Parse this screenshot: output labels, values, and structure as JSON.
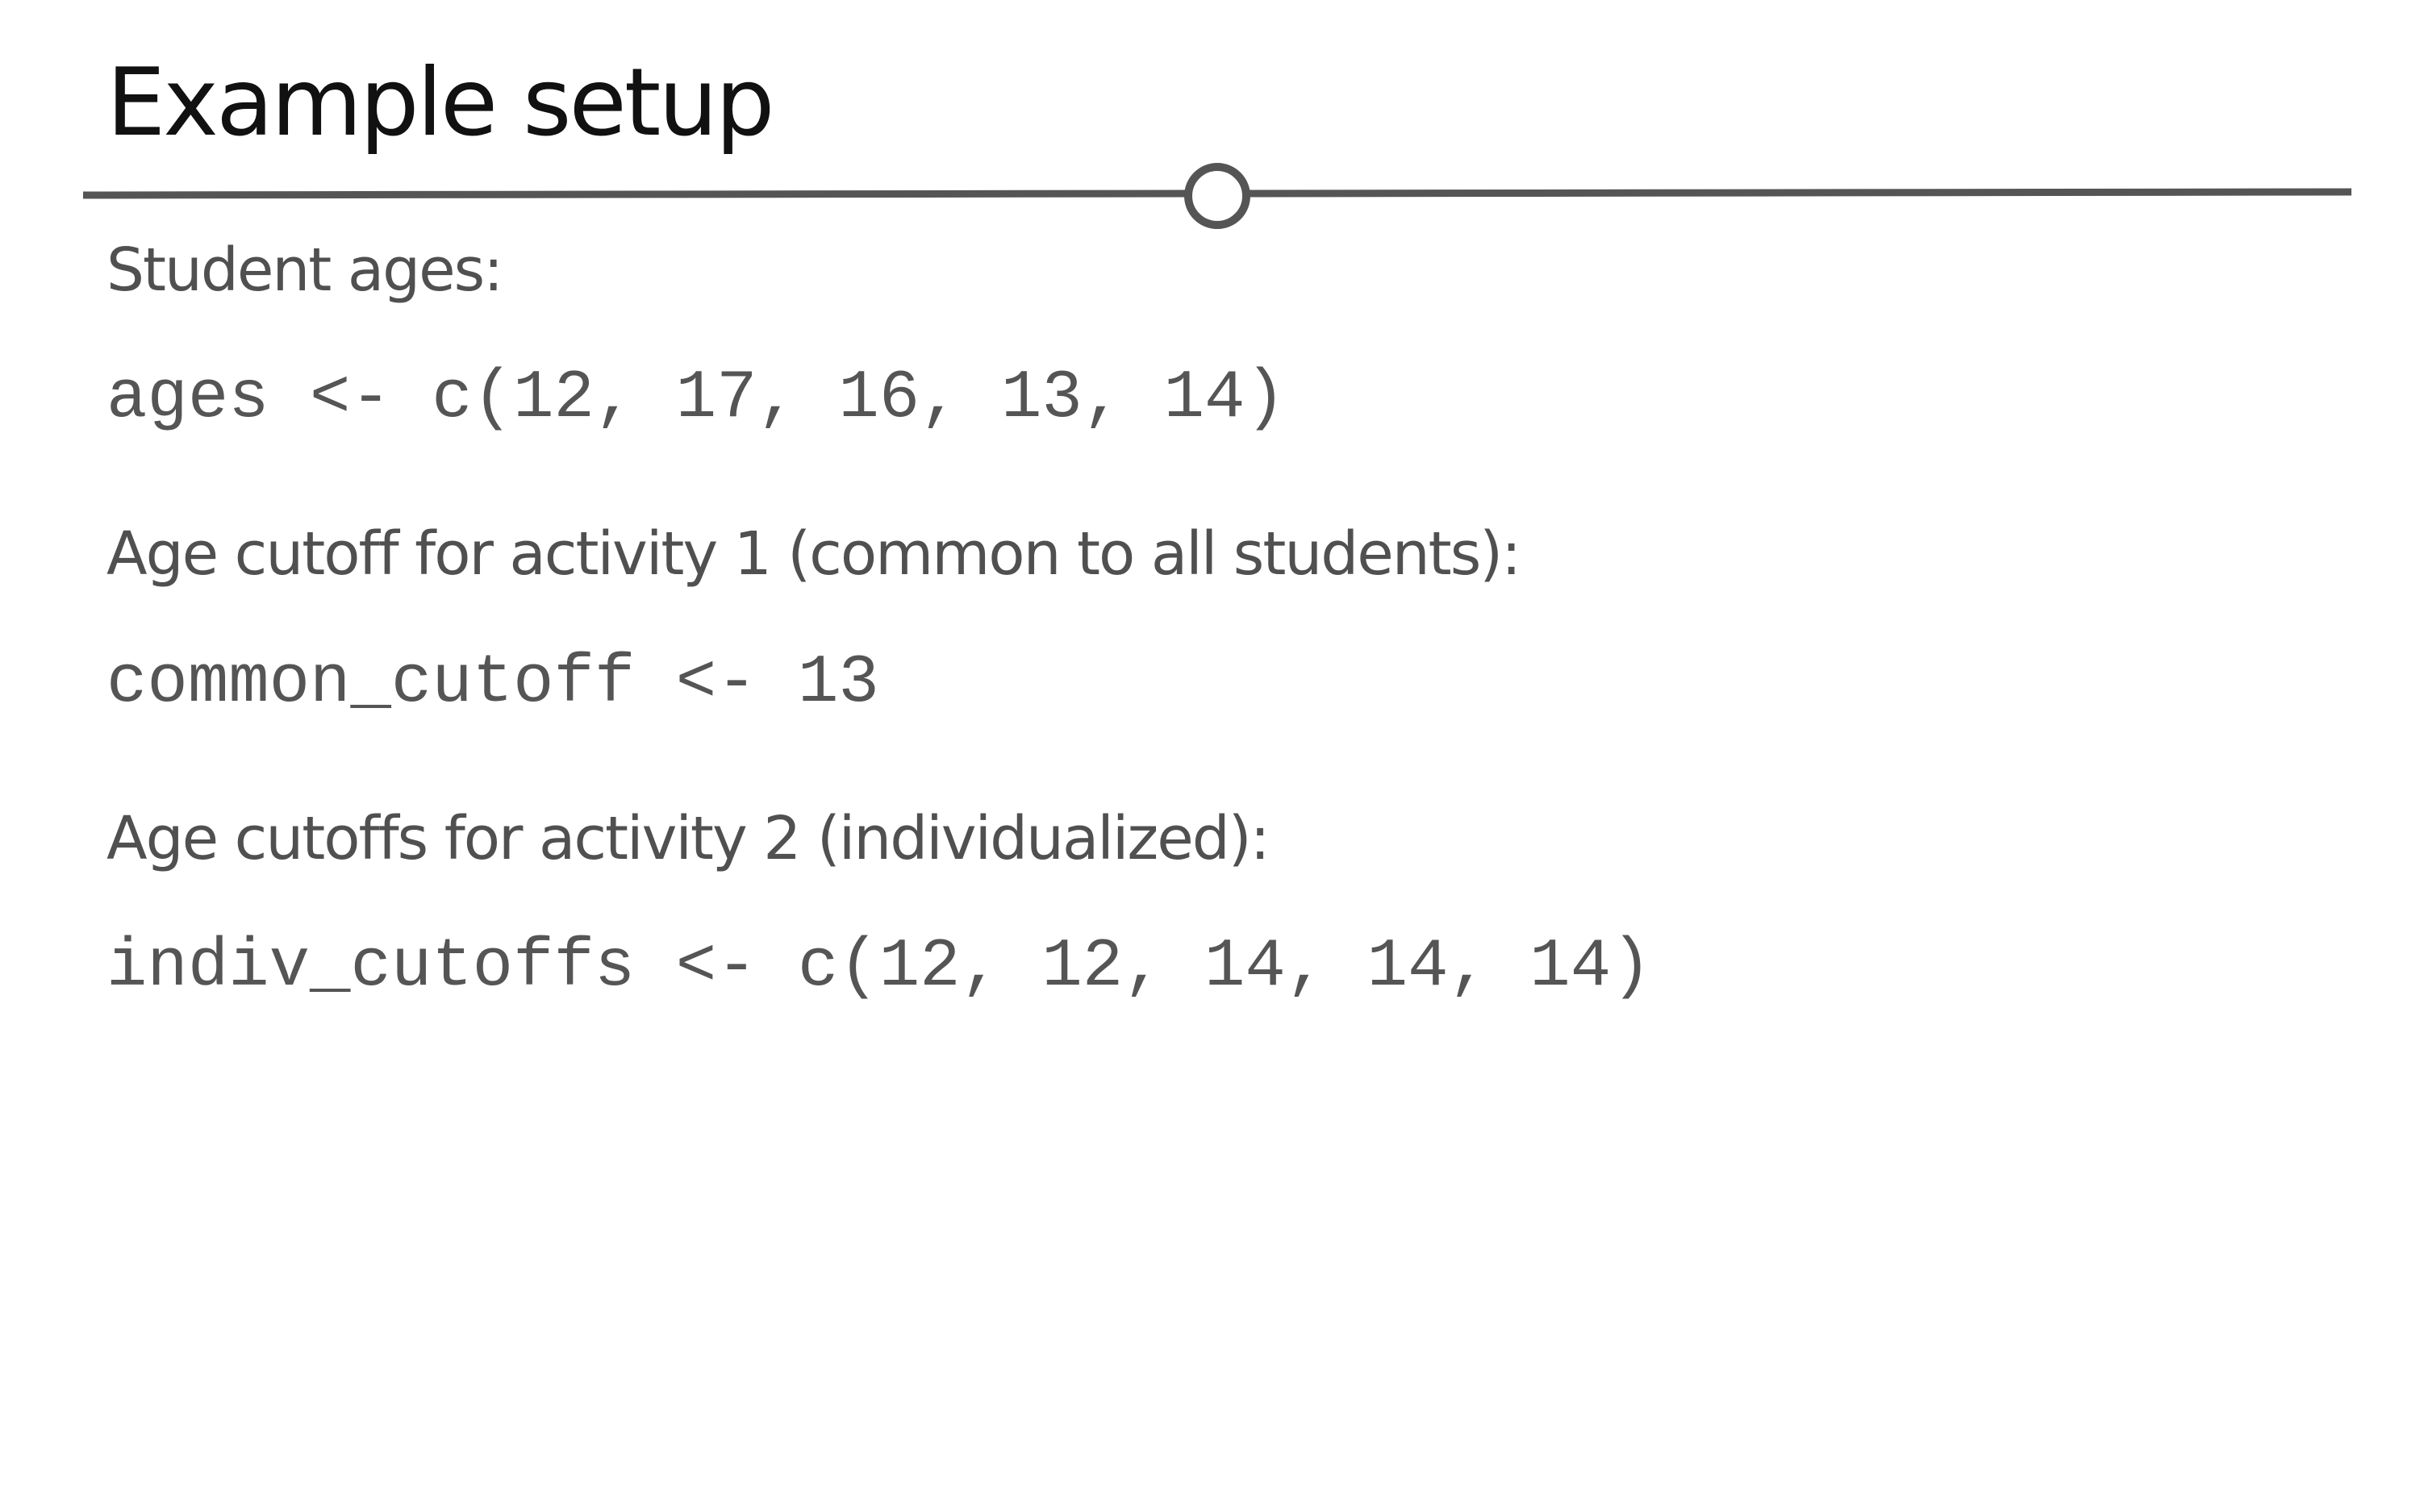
{
  "slide": {
    "title": "Example setup",
    "sections": [
      {
        "label": "Student ages:",
        "code": "ages <- c(12, 17, 16, 13, 14)"
      },
      {
        "label": "Age cutoff for activity 1 (common to all students):",
        "code": "common_cutoff <- 13"
      },
      {
        "label": "Age cutoffs for activity 2 (individualized):",
        "code": "indiv_cutoffs <- c(12, 12, 14, 14, 14)"
      }
    ]
  },
  "colors": {
    "title": "#111111",
    "body_text": "#505050",
    "code_text": "#555555",
    "rule": "#555555",
    "background": "#ffffff"
  }
}
